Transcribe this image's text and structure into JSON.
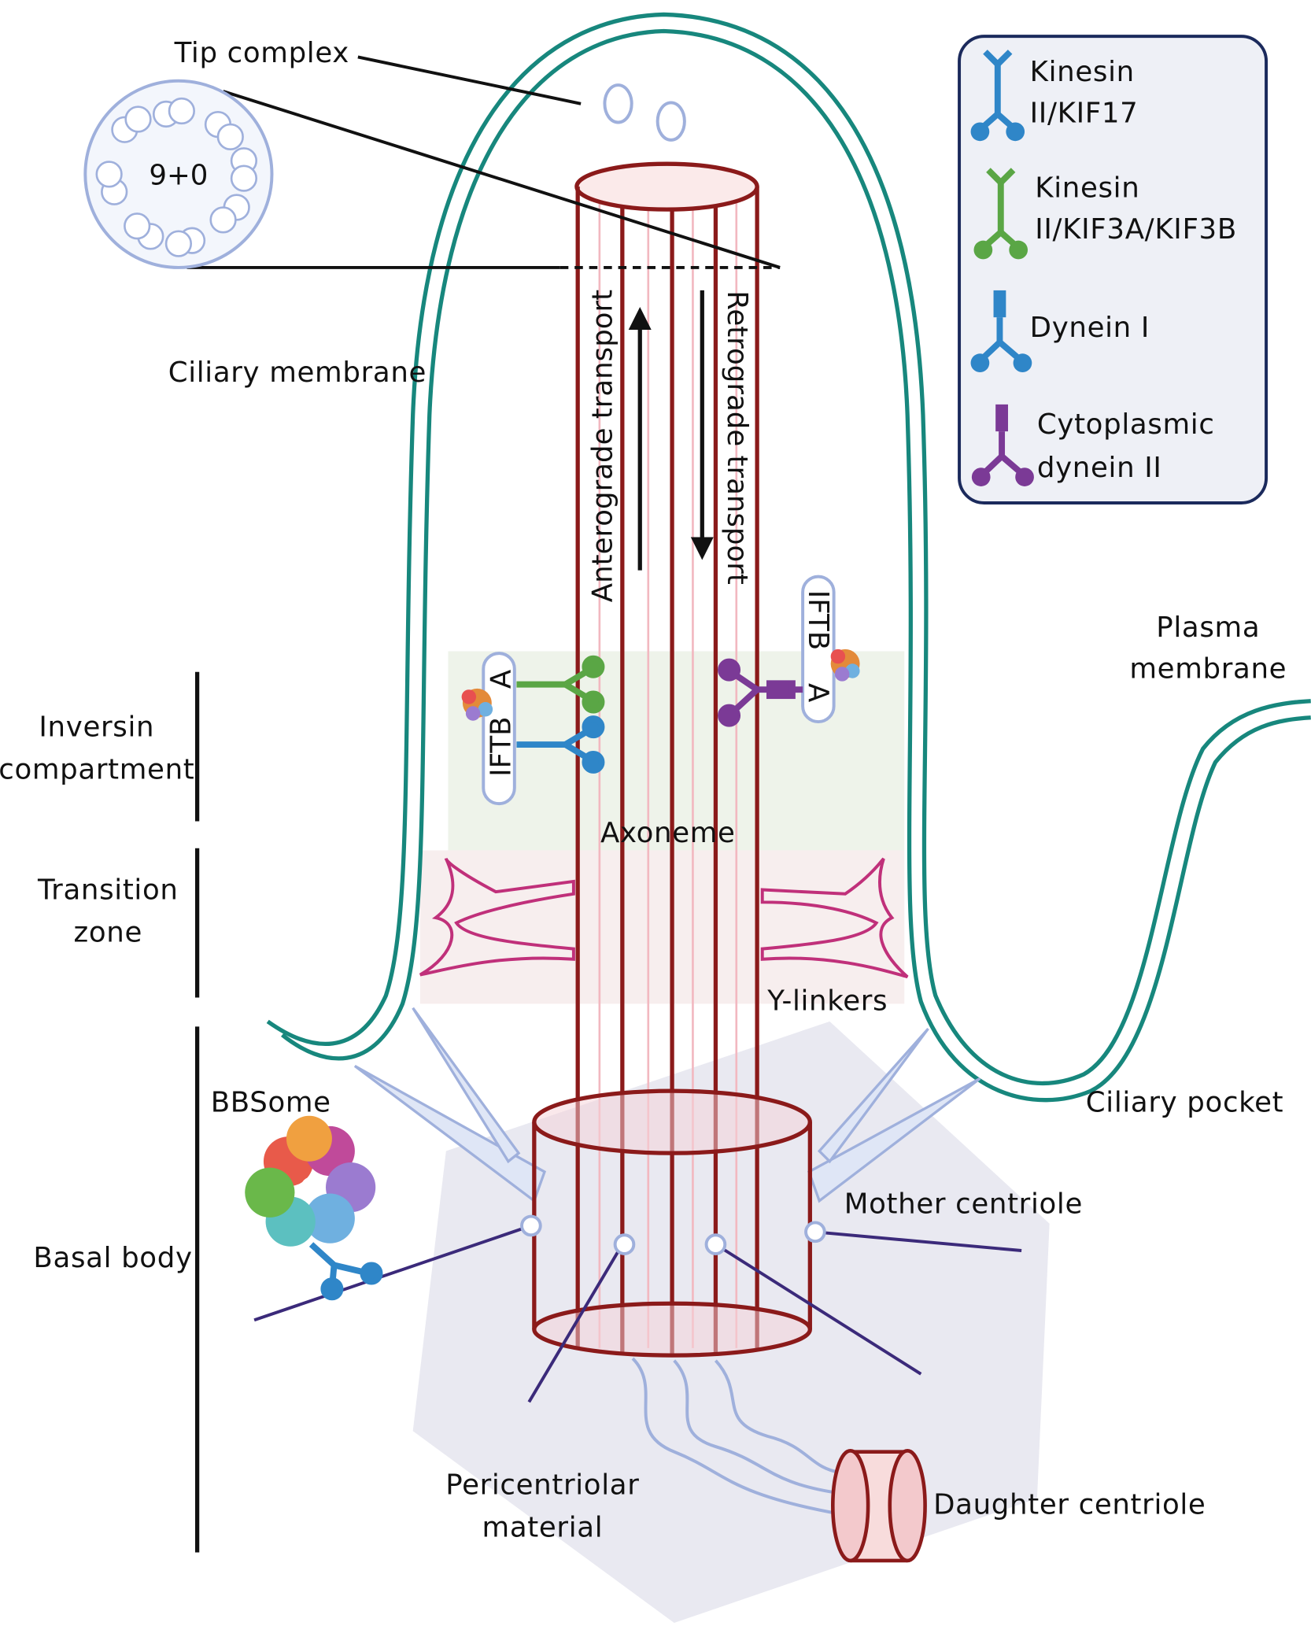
{
  "labels": {
    "tip_complex": "Tip complex",
    "cross_section": "9+0",
    "ciliary_membrane": "Ciliary membrane",
    "anterograde": "Anterograde transport",
    "retrograde": "Retrograde transport",
    "plasma_membrane_1": "Plasma",
    "plasma_membrane_2": "membrane",
    "inversin_1": "Inversin",
    "inversin_2": "compartment",
    "transition_1": "Transition",
    "transition_2": "zone",
    "axoneme": "Axoneme",
    "y_linkers": "Y-linkers",
    "bbsome": "BBSome",
    "ciliary_pocket": "Ciliary pocket",
    "mother_centriole": "Mother centriole",
    "basal_body": "Basal body",
    "pcm_1": "Pericentriolar",
    "pcm_2": "material",
    "daughter_centriole": "Daughter centriole",
    "iftb": "IFTB",
    "ifta": "A"
  },
  "legend": {
    "items": [
      {
        "line1": "Kinesin",
        "line2": "II/KIF17",
        "color": "#2f86c8"
      },
      {
        "line1": "Kinesin",
        "line2": "II/KIF3A/KIF3B",
        "color": "#5aa645"
      },
      {
        "line1": "Dynein I",
        "line2": "",
        "color": "#2f86c8"
      },
      {
        "line1": "Cytoplasmic",
        "line2": "dynein II",
        "color": "#7b3a96"
      }
    ]
  },
  "colors": {
    "membrane": "#17877d",
    "axoneme": "#8b1a1a",
    "y_linker": "#c0307a",
    "legend_border": "#1b2a5c"
  }
}
